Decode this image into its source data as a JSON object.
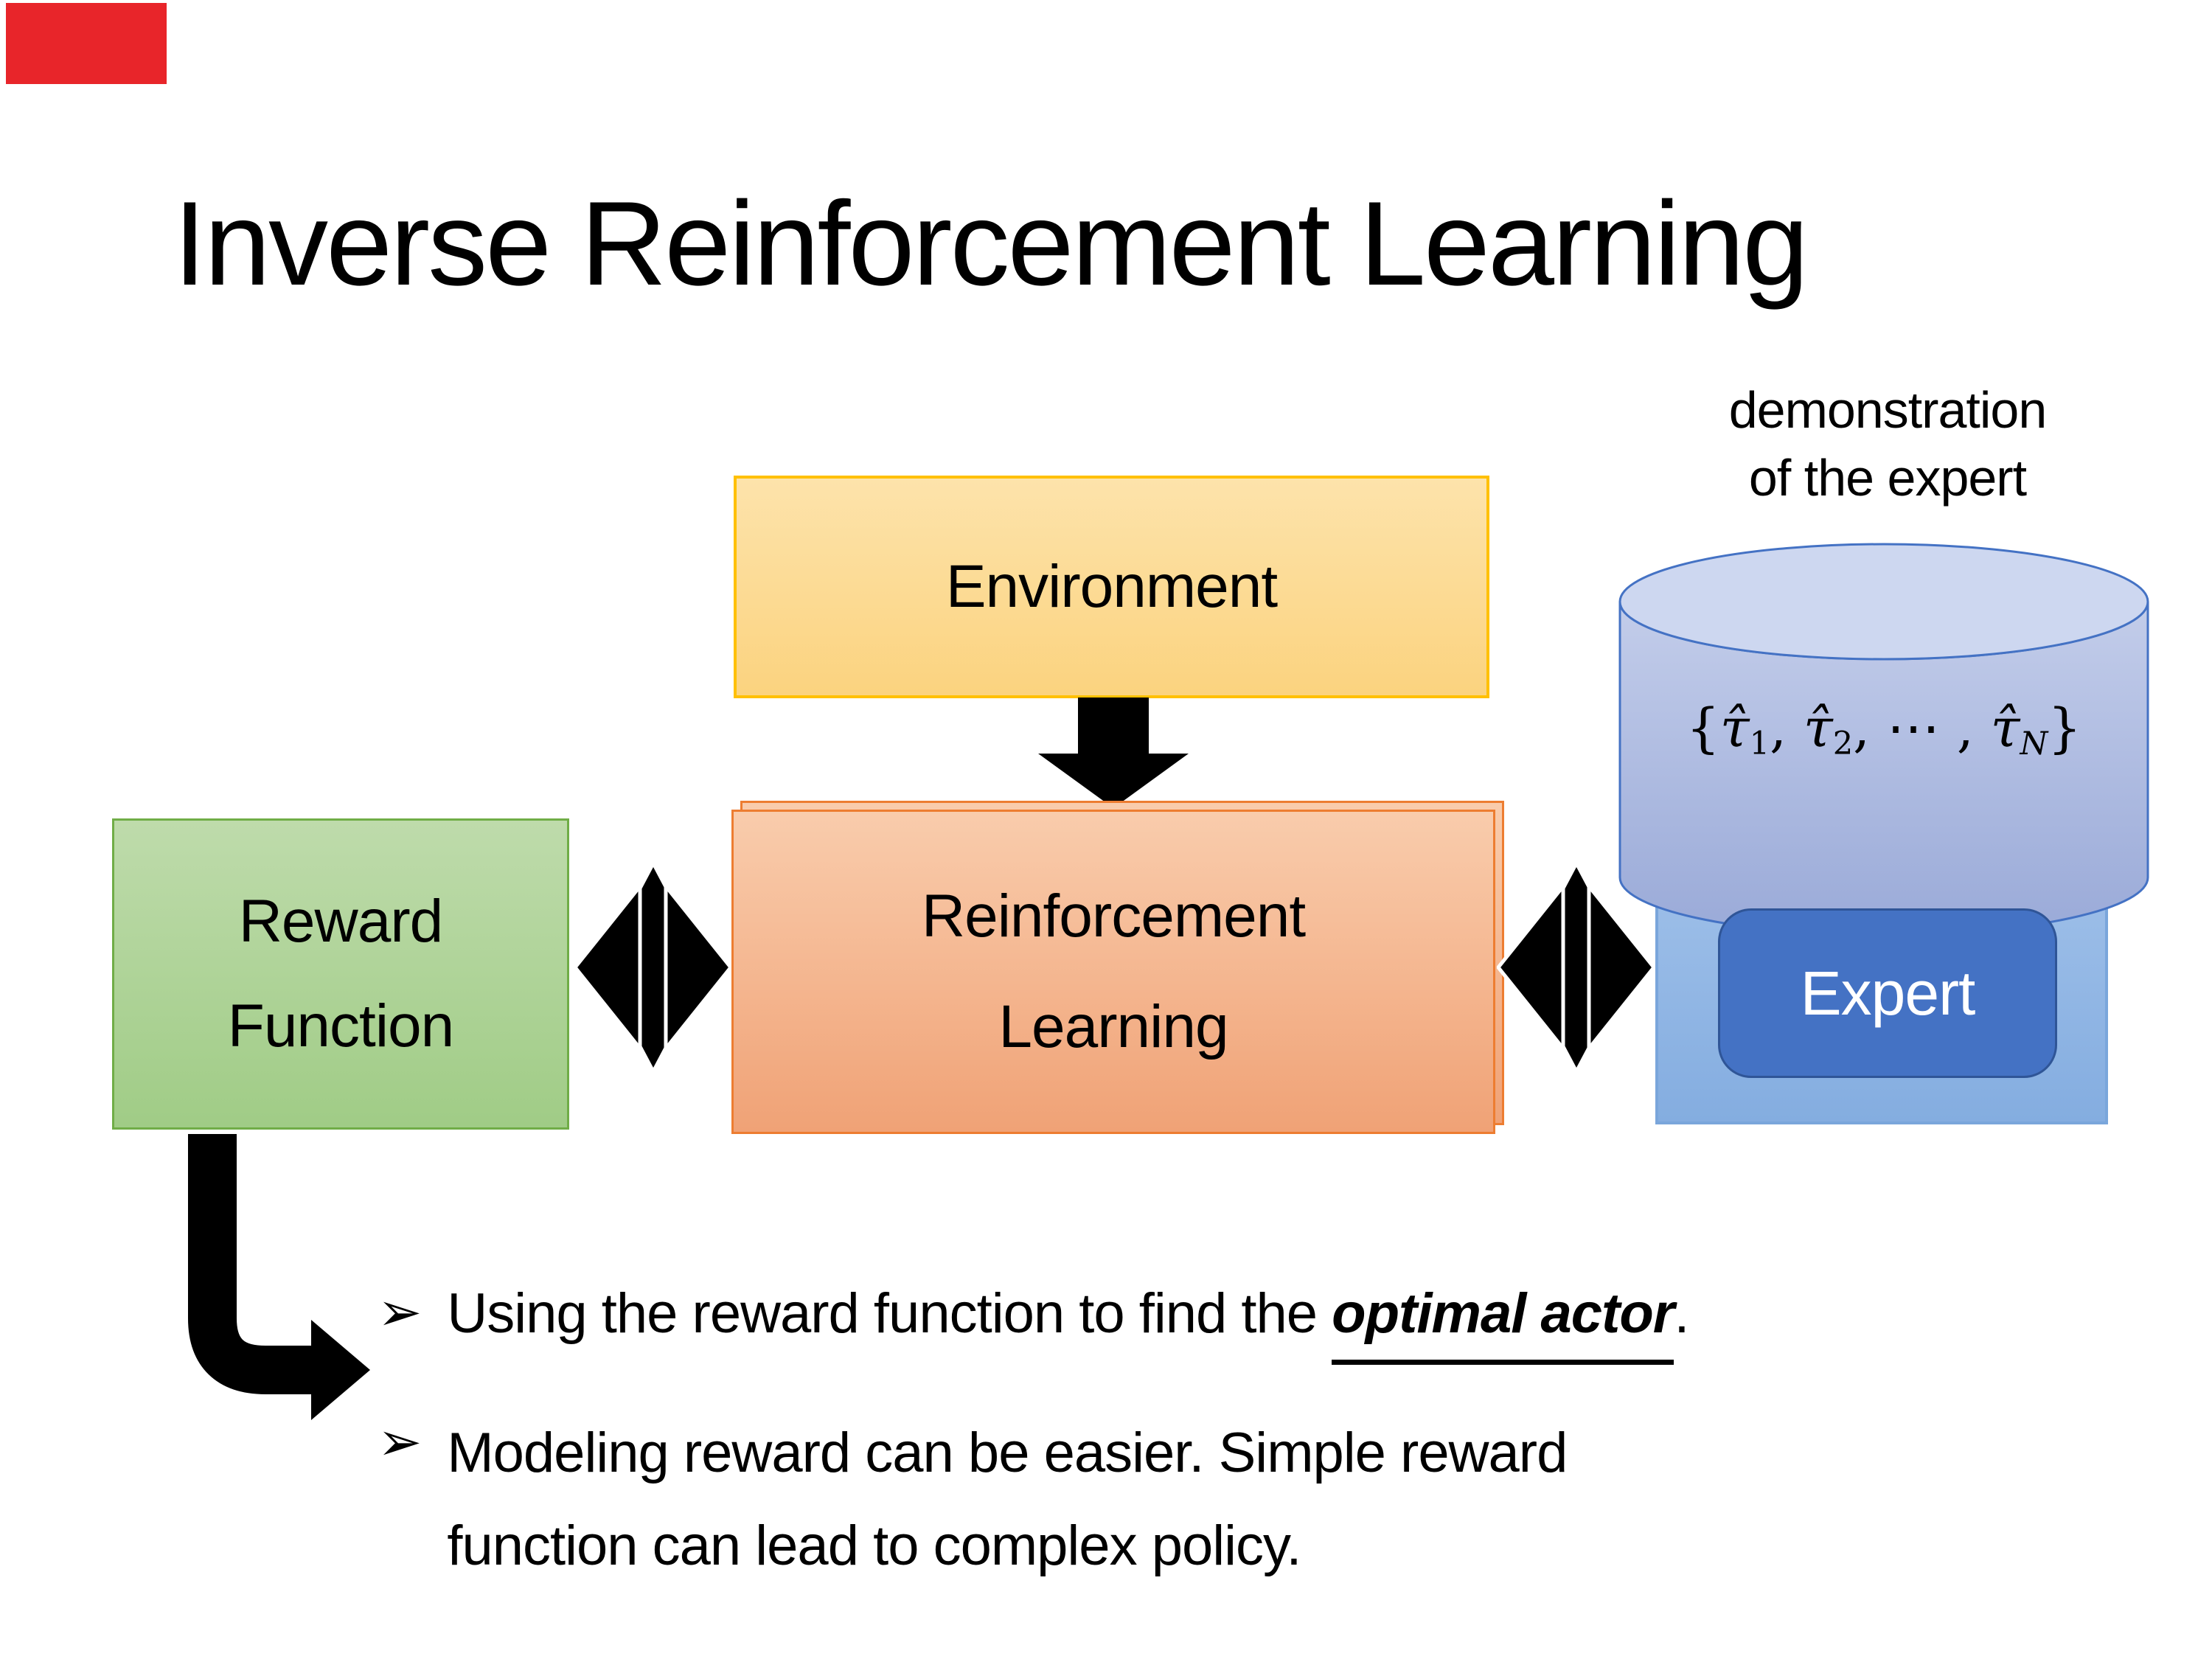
{
  "slide_title": "Inverse Reinforcement Learning",
  "annotation": {
    "line1": "demonstration",
    "line2": "of the expert"
  },
  "environment_box": {
    "label": "Environment"
  },
  "reward_box": {
    "line1": "Reward",
    "line2": "Function"
  },
  "rl_box": {
    "line1": "Reinforcement",
    "line2": "Learning"
  },
  "expert_group": {
    "button_label": "Expert"
  },
  "demonstrations_formula": {
    "open": "{",
    "tau1": "τ̂",
    "sub1": "1",
    "sep1": ", ",
    "tau2": "τ̂",
    "sub2": "2",
    "sep2": ", ⋯ , ",
    "tau3": "τ̂",
    "subN": "N",
    "close": "}"
  },
  "bullets": {
    "marker": "➢",
    "item1": {
      "prefix": "Using the reward function to find the ",
      "emphasis": "optimal actor",
      "suffix": "."
    },
    "item2": {
      "line1": "Modeling reward can be easier. Simple reward",
      "line2": "function can lead to complex policy."
    }
  },
  "colors": {
    "environment_fill": "#FCD78C",
    "environment_border": "#FFC000",
    "reward_fill": "#AED49A",
    "reward_border": "#70AD47",
    "rl_fill": "#F5B68E",
    "rl_border": "#ED7D31",
    "expert_container_fill": "#8FB4E5",
    "expert_button_fill": "#4472C4",
    "cylinder_fill": "#A9B8E0",
    "cylinder_border": "#4472C4",
    "arrow_color": "#000000",
    "red_marker": "#E8252A"
  }
}
